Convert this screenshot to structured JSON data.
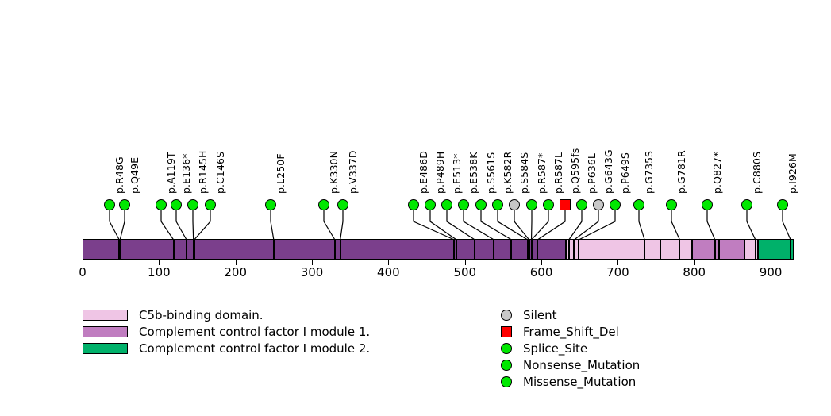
{
  "chart_data": {
    "type": "lollipop",
    "title": "",
    "xlabel": "",
    "ylabel": "",
    "xlim": [
      0,
      930
    ],
    "axis_ticks": [
      0,
      100,
      200,
      300,
      400,
      500,
      600,
      700,
      800,
      900
    ],
    "grid": false,
    "protein_length": 930,
    "domains": [
      {
        "name": "backbone",
        "start": 0,
        "end": 632,
        "color": "#7B3F8C",
        "legend": false
      },
      {
        "name": "C5b-binding domain.",
        "start": 632,
        "end": 756,
        "color": "#EFC5E5",
        "legend": true
      },
      {
        "name": "C5b-binding domain.",
        "start": 756,
        "end": 797,
        "color": "#EFC5E5",
        "legend": true
      },
      {
        "name": "Complement control factor I module 1.",
        "start": 797,
        "end": 832,
        "color": "#C07DC0",
        "legend": true
      },
      {
        "name": "Complement control factor I module 1.",
        "start": 832,
        "end": 866,
        "color": "#C07DC0",
        "legend": true
      },
      {
        "name": "C5b-binding domain.",
        "start": 866,
        "end": 883,
        "color": "#EFC5E5",
        "legend": true
      },
      {
        "name": "Complement control factor I module 2.",
        "start": 883,
        "end": 930,
        "color": "#00B16A",
        "legend": true
      }
    ],
    "mutations": [
      {
        "label": "p.R48G",
        "position": 48,
        "x_dot": 138,
        "type": "Missense_Mutation",
        "color": "#00E800",
        "shape": "circle"
      },
      {
        "label": "p.Q49E",
        "position": 49,
        "x_dot": 157,
        "type": "Missense_Mutation",
        "color": "#00E800",
        "shape": "circle"
      },
      {
        "label": "p.A119T",
        "position": 119,
        "x_dot": 203,
        "type": "Missense_Mutation",
        "color": "#00E800",
        "shape": "circle"
      },
      {
        "label": "p.E136*",
        "position": 136,
        "x_dot": 222,
        "type": "Nonsense_Mutation",
        "color": "#00E800",
        "shape": "circle"
      },
      {
        "label": "p.R145H",
        "position": 145,
        "x_dot": 243,
        "type": "Missense_Mutation",
        "color": "#00E800",
        "shape": "circle"
      },
      {
        "label": "p.C146S",
        "position": 146,
        "x_dot": 265,
        "type": "Missense_Mutation",
        "color": "#00E800",
        "shape": "circle"
      },
      {
        "label": "p.L250F",
        "position": 250,
        "x_dot": 341,
        "type": "Missense_Mutation",
        "color": "#00E800",
        "shape": "circle"
      },
      {
        "label": "p.K330N",
        "position": 330,
        "x_dot": 408,
        "type": "Missense_Mutation",
        "color": "#00E800",
        "shape": "circle"
      },
      {
        "label": "p.V337D",
        "position": 337,
        "x_dot": 432,
        "type": "Missense_Mutation",
        "color": "#00E800",
        "shape": "circle"
      },
      {
        "label": "p.E486D",
        "position": 486,
        "x_dot": 521,
        "type": "Missense_Mutation",
        "color": "#00E800",
        "shape": "circle"
      },
      {
        "label": "p.P489H",
        "position": 489,
        "x_dot": 542,
        "type": "Missense_Mutation",
        "color": "#00E800",
        "shape": "circle"
      },
      {
        "label": "p.E513*",
        "position": 513,
        "x_dot": 563,
        "type": "Nonsense_Mutation",
        "color": "#00E800",
        "shape": "circle"
      },
      {
        "label": "p.E538K",
        "position": 538,
        "x_dot": 584,
        "type": "Missense_Mutation",
        "color": "#00E800",
        "shape": "circle"
      },
      {
        "label": "p.S561S",
        "position": 561,
        "x_dot": 606,
        "type": "Missense_Mutation",
        "color": "#00E800",
        "shape": "circle"
      },
      {
        "label": "p.K582R",
        "position": 582,
        "x_dot": 627,
        "type": "Missense_Mutation",
        "color": "#00E800",
        "shape": "circle"
      },
      {
        "label": "p.S584S",
        "position": 584,
        "x_dot": 648,
        "type": "Silent",
        "color": "#C8C8C8",
        "shape": "circle"
      },
      {
        "label": "p.R587*",
        "position": 587,
        "x_dot": 670,
        "type": "Nonsense_Mutation",
        "color": "#00E800",
        "shape": "circle"
      },
      {
        "label": "p.R587L",
        "position": 587,
        "x_dot": 691,
        "type": "Missense_Mutation",
        "color": "#00E800",
        "shape": "circle"
      },
      {
        "label": "p.Q595fs",
        "position": 595,
        "x_dot": 712,
        "type": "Frame_Shift_Del",
        "color": "#FF0000",
        "shape": "square"
      },
      {
        "label": "p.P636L",
        "position": 636,
        "x_dot": 733,
        "type": "Missense_Mutation",
        "color": "#00E800",
        "shape": "circle"
      },
      {
        "label": "p.G643G",
        "position": 643,
        "x_dot": 754,
        "type": "Silent",
        "color": "#C8C8C8",
        "shape": "circle"
      },
      {
        "label": "p.P649S",
        "position": 649,
        "x_dot": 775,
        "type": "Missense_Mutation",
        "color": "#00E800",
        "shape": "circle"
      },
      {
        "label": "p.G735S",
        "position": 735,
        "x_dot": 805,
        "type": "Missense_Mutation",
        "color": "#00E800",
        "shape": "circle"
      },
      {
        "label": "p.G781R",
        "position": 781,
        "x_dot": 846,
        "type": "Missense_Mutation",
        "color": "#00E800",
        "shape": "circle"
      },
      {
        "label": "p.Q827*",
        "position": 827,
        "x_dot": 891,
        "type": "Nonsense_Mutation",
        "color": "#00E800",
        "shape": "circle"
      },
      {
        "label": "p.C880S",
        "position": 880,
        "x_dot": 941,
        "type": "Missense_Mutation",
        "color": "#00E800",
        "shape": "circle"
      },
      {
        "label": "p.I926M",
        "position": 926,
        "x_dot": 986,
        "type": "Missense_Mutation",
        "color": "#00E800",
        "shape": "circle"
      }
    ]
  },
  "domain_legend": {
    "items": [
      {
        "label": "C5b-binding domain.",
        "color": "#EFC5E5"
      },
      {
        "label": "Complement control factor I module 1.",
        "color": "#C07DC0"
      },
      {
        "label": "Complement control factor I module 2.",
        "color": "#00B16A"
      }
    ]
  },
  "type_legend": {
    "items": [
      {
        "label": "Silent",
        "color": "#C8C8C8",
        "shape": "circle"
      },
      {
        "label": "Frame_Shift_Del",
        "color": "#FF0000",
        "shape": "square"
      },
      {
        "label": "Splice_Site",
        "color": "#00E800",
        "shape": "circle"
      },
      {
        "label": "Nonsense_Mutation",
        "color": "#00E800",
        "shape": "circle"
      },
      {
        "label": "Missense_Mutation",
        "color": "#00E800",
        "shape": "circle"
      }
    ]
  },
  "colors": {
    "backbone": "#7B3F8C",
    "c5b_domain": "#EFC5E5",
    "module1": "#C07DC0",
    "module2": "#00B16A",
    "mutation_green": "#00E800",
    "mutation_grey": "#C8C8C8",
    "mutation_red": "#FF0000",
    "stroke": "#000000"
  }
}
